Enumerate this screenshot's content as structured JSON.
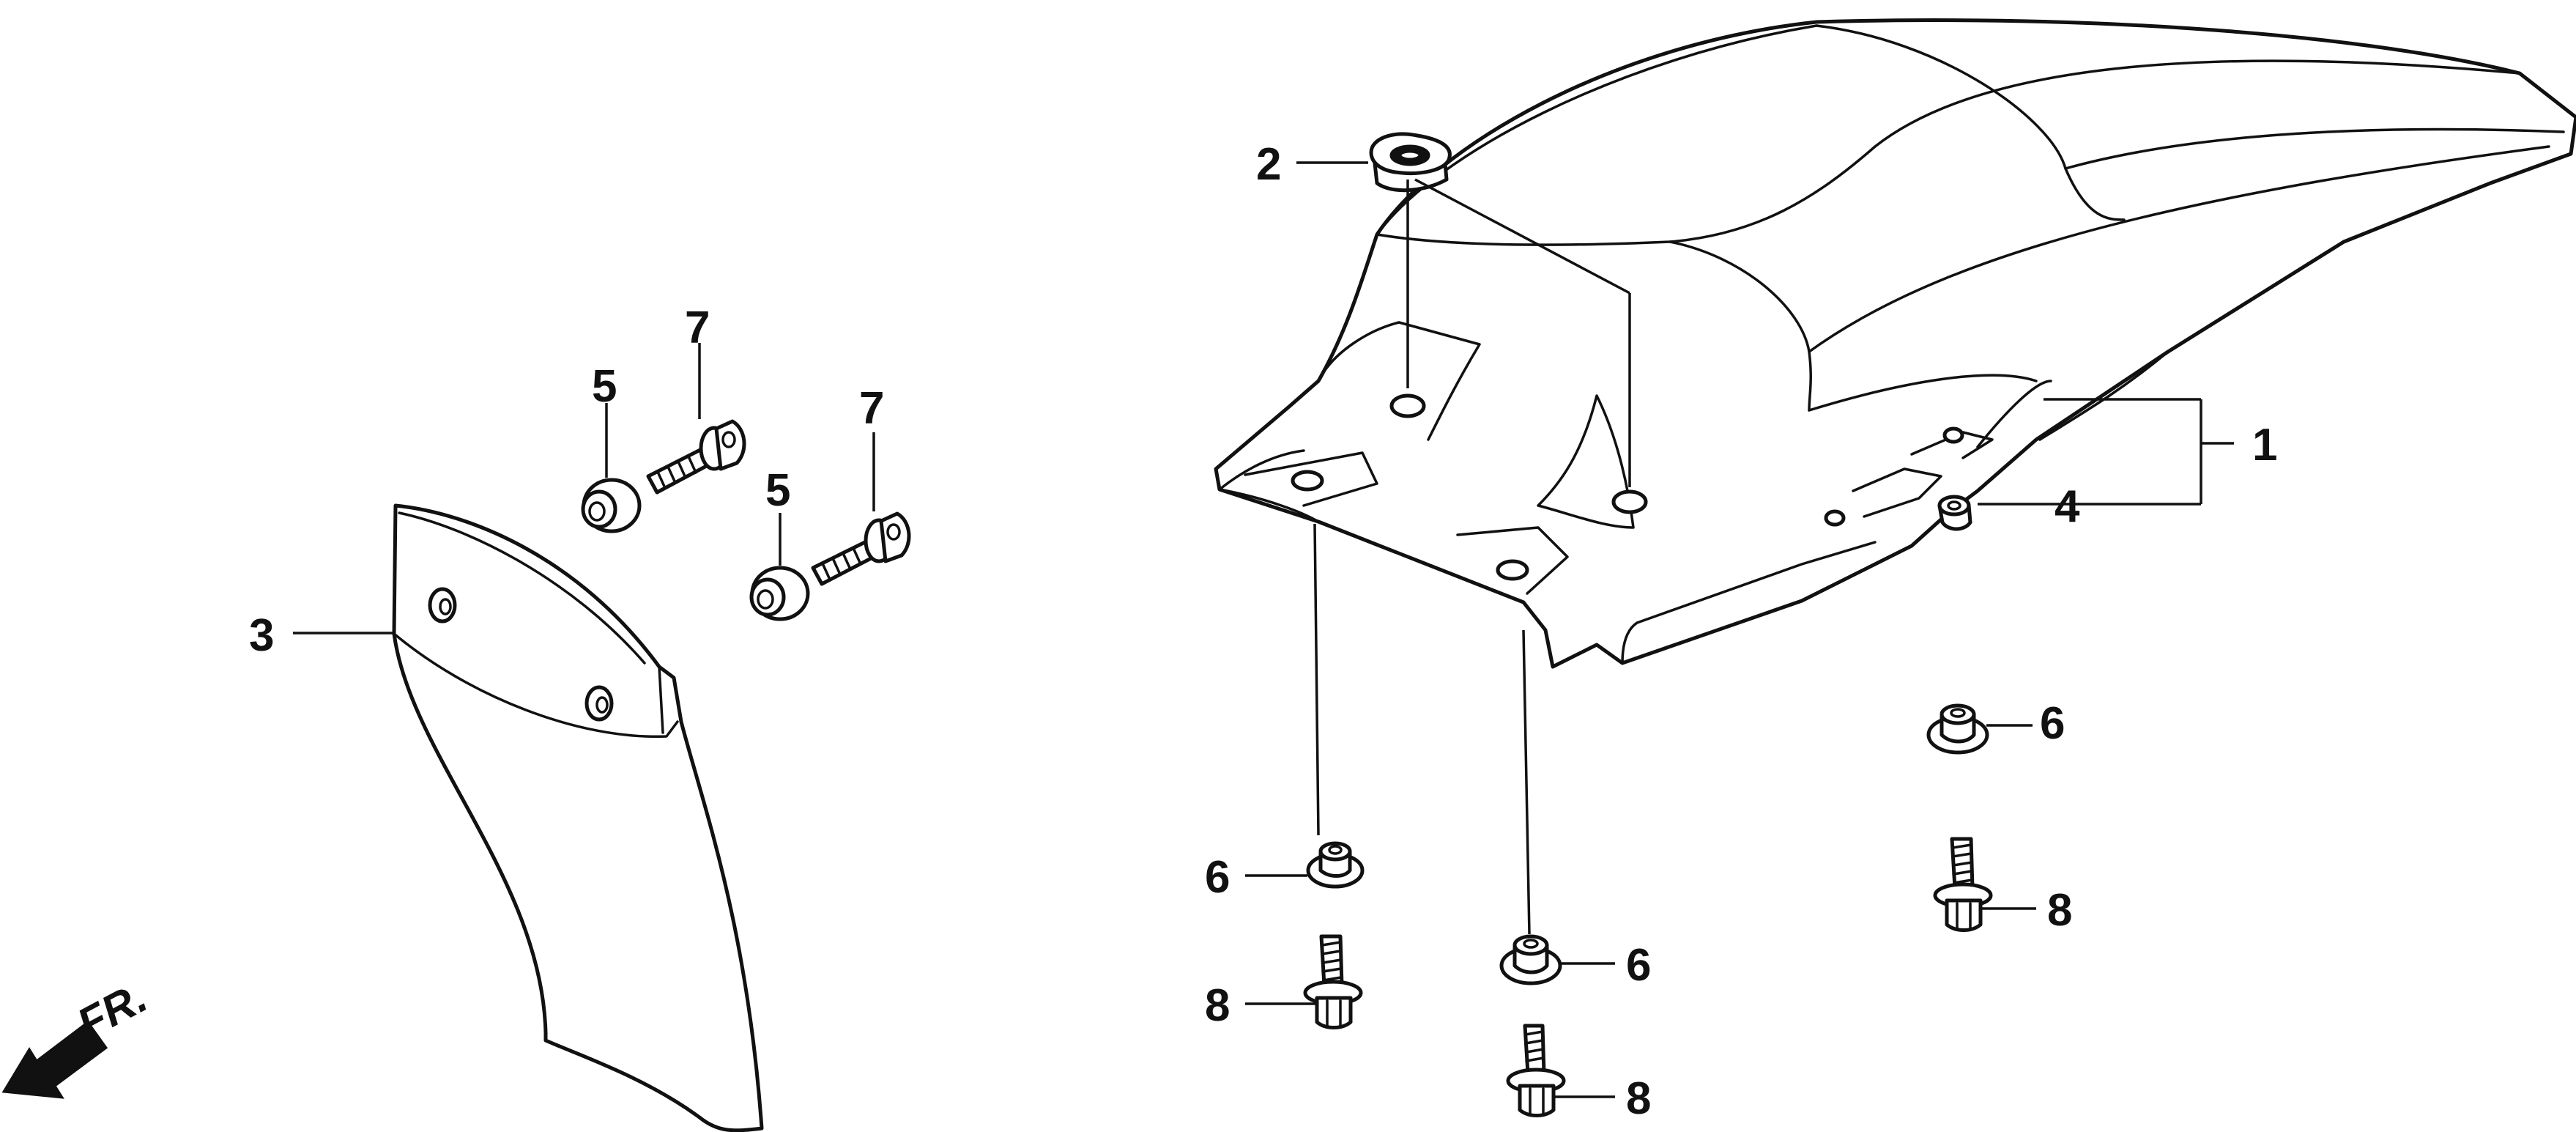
{
  "diagram": {
    "callouts": [
      {
        "id": "c1",
        "label": "1"
      },
      {
        "id": "c2",
        "label": "2"
      },
      {
        "id": "c3",
        "label": "3"
      },
      {
        "id": "c4",
        "label": "4"
      },
      {
        "id": "c5a",
        "label": "5"
      },
      {
        "id": "c5b",
        "label": "5"
      },
      {
        "id": "c6a",
        "label": "6"
      },
      {
        "id": "c6b",
        "label": "6"
      },
      {
        "id": "c6c",
        "label": "6"
      },
      {
        "id": "c7a",
        "label": "7"
      },
      {
        "id": "c7b",
        "label": "7"
      },
      {
        "id": "c8a",
        "label": "8"
      },
      {
        "id": "c8b",
        "label": "8"
      },
      {
        "id": "c8c",
        "label": "8"
      }
    ],
    "direction_label": "FR.",
    "line_color": "#111111",
    "background": "#ffffff"
  }
}
